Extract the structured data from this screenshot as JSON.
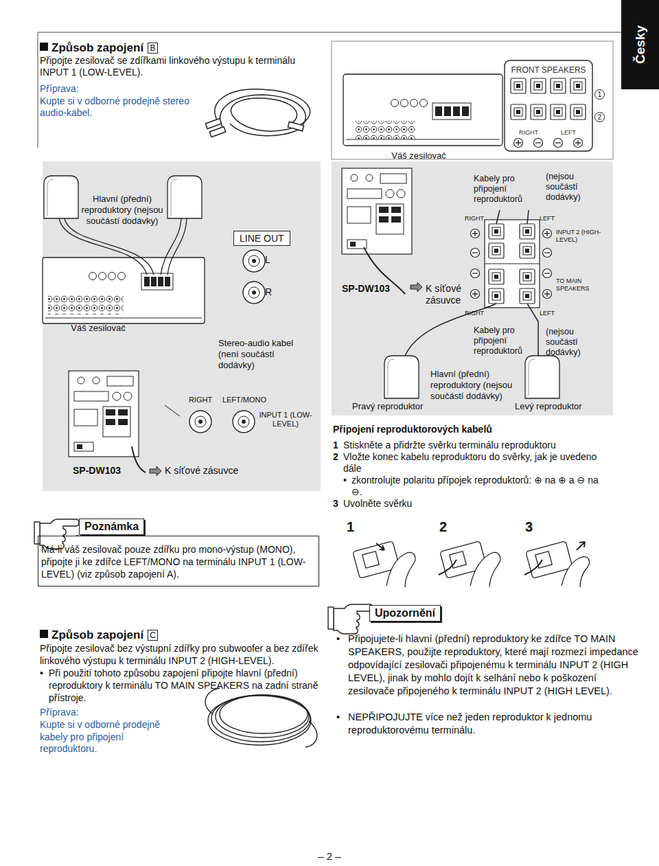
{
  "diagram": {
    "nodes": [
      {
        "text": [
          "B"
        ]
      },
      {
        "text": [
          "1"
        ]
      },
      {
        "text": [
          "2"
        ]
      },
      {
        "text": [
          "LINE OUT"
        ]
      },
      {
        "text": [
          "Poznámka"
        ]
      },
      {
        "text": [
          "Má-li váš zesilovač pouze zdířku pro mono-výstup (MONO), připojte ji ke zdířce LEFT/MONO na terminálu INPUT 1 (LOW-LEVEL) (viz způsob zapojení A)."
        ]
      },
      {
        "text": [
          "C"
        ]
      },
      {
        "text": [
          "Upozornění"
        ]
      },
      {
        "text": [
          "Česky"
        ]
      }
    ],
    "labels": [
      "Způsob zapojení",
      "Připojte zesilovač se zdířkami linkového výstupu k terminálu INPUT 1 (LOW-LEVEL).",
      "Příprava:",
      "Kupte si v odborné prodejně stereo audio-kabel.",
      "FRONT SPEAKERS",
      "RIGHT",
      "LEFT",
      "Váš zesilovač",
      "Hlavní (přední) reproduktory (nejsou součástí dodávky)",
      "L",
      "R",
      "Váš zesilovač",
      "Stereo-audio kabel (není součástí dodávky)",
      "RIGHT",
      "LEFT/MONO",
      "INPUT 1 (LOW-LEVEL)",
      "SP-DW103",
      "K síťové zásuvce",
      "Kabely pro připojení reproduktorů",
      "(nejsou součástí dodávky)",
      "RIGHT",
      "LEFT",
      "INPUT 2 (HIGH-LEVEL)",
      "SP-DW103",
      "K síťové zásuvce",
      "TO MAIN SPEAKERS",
      "RIGHT",
      "LEFT",
      "Kabely pro připojení reproduktorů",
      "(nejsou součástí dodávky)",
      "Pravý reproduktor",
      "Hlavní (přední) reproduktory (nejsou součástí dodávky)",
      "Levý reproduktor",
      "Připojení reproduktorových kabelů",
      "1",
      "Stiskněte a přidržte svěrku terminálu reproduktoru",
      "2",
      "Vložte konec kabelu reproduktoru do svěrky, jak je uvedeno dále",
      "•",
      "zkontrolujte polaritu přípojek reproduktorů: ⊕ na ⊕ a ⊖ na ⊖.",
      "3",
      "Uvolněte svěrku",
      "1",
      "2",
      "3",
      "Způsob zapojení",
      "Připojte zesilovač bez výstupní zdířky pro subwoofer a bez zdířek linkového výstupu k terminálu INPUT 2 (HIGH-LEVEL).",
      "•",
      "Při použití tohoto způsobu zapojení připojte hlavní (přední) reproduktory k terminálu TO MAIN SPEAKERS na zadní straně přístroje.",
      "Příprava:",
      "Kupte si v odborné prodejně kabely pro připojení reproduktoru.",
      "•",
      "Připojujete-li hlavní (přední) reproduktory ke zdířce TO MAIN SPEAKERS, použijte reproduktory, které mají rozmezí impedance odpovídající zesilovači připojenému k terminálu INPUT 2 (HIGH LEVEL), jinak by mohlo dojít k selhání nebo k poškození zesilovače připojeného k terminálu INPUT 2 (HIGH LEVEL).",
      "•",
      "NEPŘIPOJUJTE více než jeden reproduktor k jednomu reproduktorovému terminálu.",
      "– 2 –"
    ]
  }
}
